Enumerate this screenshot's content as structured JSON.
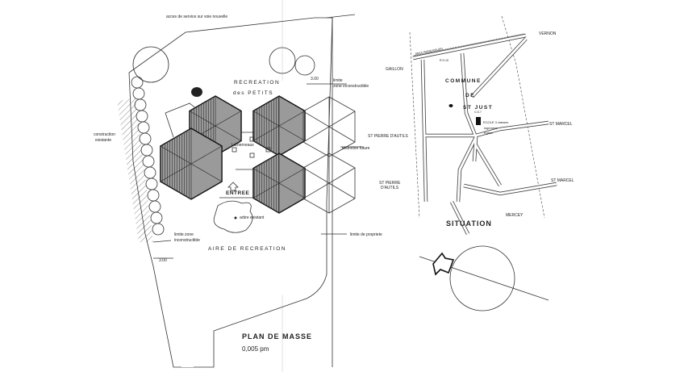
{
  "plan": {
    "service_access": "acces de service sur voie nouvelle",
    "recreation_title": "RECREATION",
    "recreation_sub": "des PETITS",
    "limit_top_1": "limite",
    "limit_top_2": "zone inconstructible",
    "dim_top": "3.00",
    "existing_building_1": "construction",
    "existing_building_2": "existante",
    "skylights": "Lanterneaux",
    "future_extension": "extention future",
    "entrance": "ENTREE",
    "existing_tree": "arbre existant",
    "limit_left_1": "limite zone",
    "limit_left_2": "inconstructible",
    "play_area": "AIRE DE RECREATION",
    "property_limit": "limite de propriete",
    "dim_left": "3.00",
    "title": "PLAN DE MASSE",
    "scale": "0,005 pm"
  },
  "situation": {
    "railway": "SNCF PARIS-ROUEN",
    "road": "R N 15",
    "vernon": "VERNON",
    "gaillon": "GAILLON",
    "commune": "COMMUNE",
    "de": "DE",
    "st_just": "ST JUST",
    "cd": "C.D.7",
    "school": "ECOLE 3 classes",
    "housing": "logement",
    "church": "Eglise",
    "st_marcel_1": "ST MARCEL",
    "st_pierre_1": "ST PIERRE D'AUTILS",
    "st_pierre_2a": "ST PIERRE",
    "st_pierre_2b": "D'AUTILS",
    "st_marcel_2": "ST MARCEL",
    "mercey": "MERCEY",
    "title": "SITUATION"
  }
}
